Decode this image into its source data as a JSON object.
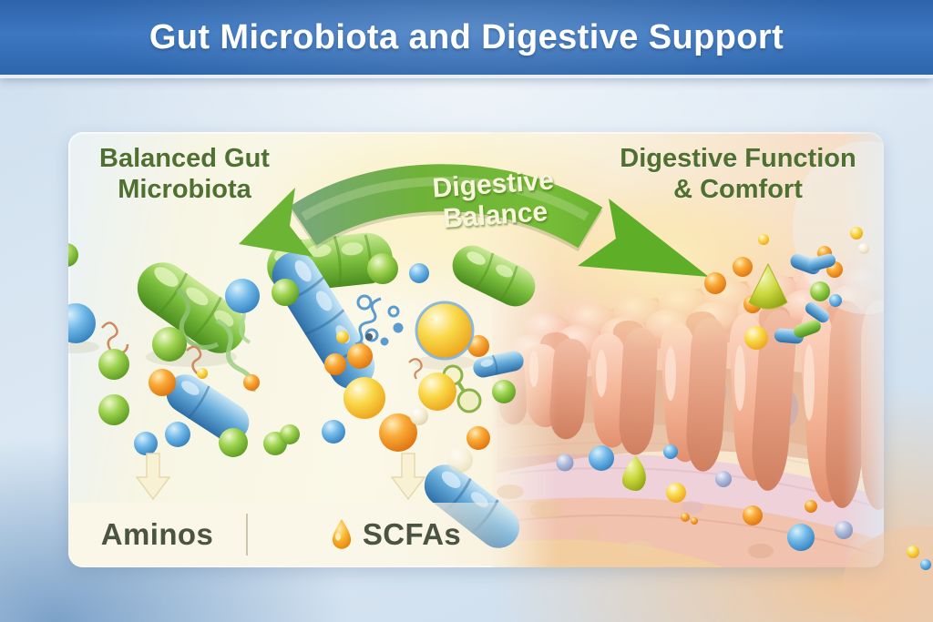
{
  "header": {
    "title": "Gut Microbiota and Digestive Support"
  },
  "sections": {
    "left_label": {
      "line1": "Balanced Gut",
      "line2": "Microbiota"
    },
    "right_label": {
      "line1": "Digestive Function",
      "line2": "& Comfort"
    },
    "arrow_label": {
      "line1": "Digestive",
      "line2": "Balance"
    }
  },
  "outputs_bar": {
    "amino_label": "Aminos",
    "scfa_label": "SCFAs"
  },
  "icons": {
    "scfa": "droplet-icon",
    "flow": "curved-double-arrow-icon",
    "outputs": "down-arrow-icon"
  },
  "colors": {
    "header_blue": "#3572ba",
    "title_text": "#ffffff",
    "label_green": "#4f7030",
    "arrow_green": "#69b231",
    "arrow_text_cream": "#f9f5da",
    "card_ivory": "#faf7e6",
    "villi_salmon": "#f2b49c",
    "bar_text": "#4b5342",
    "droplet_orange": "#f6a21c"
  }
}
